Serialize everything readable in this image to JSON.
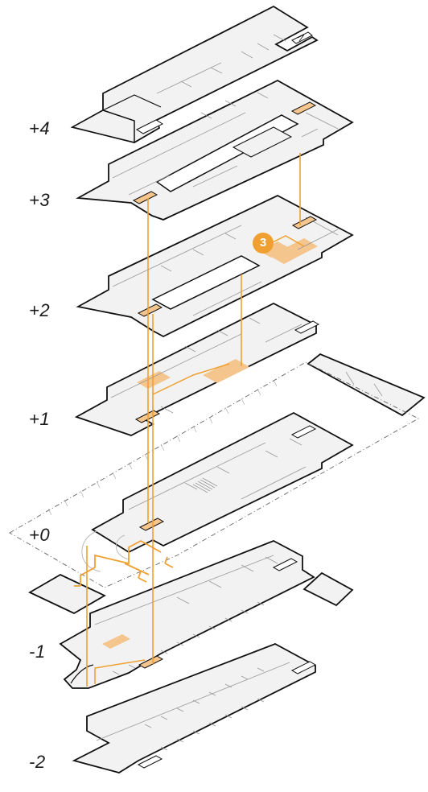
{
  "floors": [
    {
      "id": "p4",
      "label": "+4"
    },
    {
      "id": "p3",
      "label": "+3"
    },
    {
      "id": "p2",
      "label": "+2"
    },
    {
      "id": "p1",
      "label": "+1"
    },
    {
      "id": "p0",
      "label": "+0"
    },
    {
      "id": "m1",
      "label": "-1"
    },
    {
      "id": "m2",
      "label": "-2"
    }
  ],
  "marker": {
    "label": "3"
  },
  "colors": {
    "highlight": "#f5c58e",
    "route": "#f0a030",
    "slab": "#f2f2f2",
    "outline": "#111111",
    "partition": "#9a9a9a",
    "badge": "#f0a030"
  }
}
